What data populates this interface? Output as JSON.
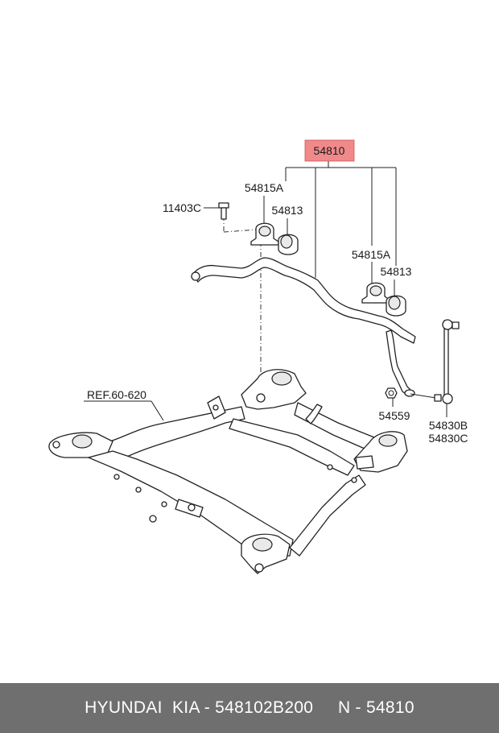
{
  "diagram": {
    "labels": {
      "main_part": "54810",
      "bushing_clamp_1": "54815A",
      "bushing_1": "54813",
      "bolt": "11403C",
      "bushing_clamp_2": "54815A",
      "bushing_2": "54813",
      "reference": "REF.60-620",
      "nut": "54559",
      "link_b": "54830B",
      "link_c": "54830C"
    },
    "colors": {
      "highlight": "#f08a8a",
      "line": "#222222",
      "footer_bg": "#6f6f6f"
    }
  },
  "footer": {
    "text": "HYUNDAI  KIA - 548102B200     N - 54810"
  }
}
